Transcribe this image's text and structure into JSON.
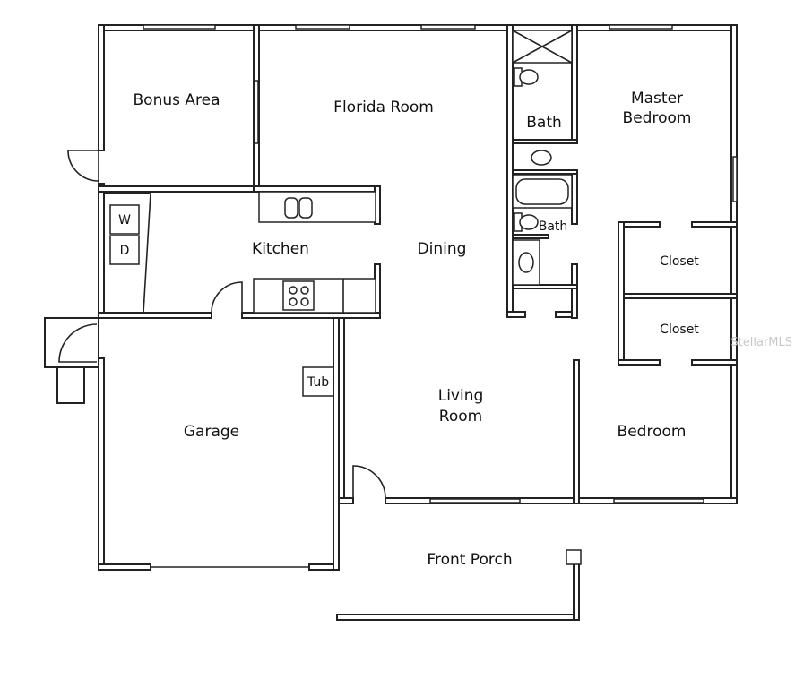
{
  "rooms": {
    "bonus_area": "Bonus Area",
    "florida_room": "Florida Room",
    "bath_1": "Bath",
    "master_line1": "Master",
    "master_line2": "Bedroom",
    "bath_2": "Bath",
    "kitchen": "Kitchen",
    "dining": "Dining",
    "closet_1": "Closet",
    "closet_2": "Closet",
    "living_line1": "Living",
    "living_line2": "Room",
    "garage": "Garage",
    "bedroom": "Bedroom",
    "front_porch": "Front Porch"
  },
  "fixtures": {
    "washer": "W",
    "dryer": "D",
    "tub": "Tub"
  },
  "watermark": "StellarMLS"
}
